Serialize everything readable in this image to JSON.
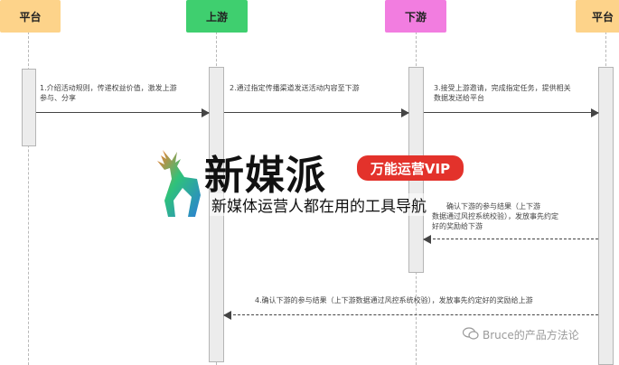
{
  "participants": [
    {
      "label": "平台",
      "color": "#fdd38a"
    },
    {
      "label": "上游",
      "color": "#3fcf6f"
    },
    {
      "label": "下游",
      "color": "#f27de0"
    },
    {
      "label": "平台",
      "color": "#fdd38a"
    }
  ],
  "messages": [
    {
      "text_line1": "1.介绍活动规则，传递权益价值，激发上游",
      "text_line2": "参与、分享"
    },
    {
      "text": "2.通过指定传播渠道发送活动内容至下游"
    },
    {
      "text_line1": "3.接受上游邀请，完成指定任务，提供相关",
      "text_line2": "数据发送给平台"
    },
    {
      "text_line1": "确认下游的参与结果（上下游",
      "text_line2": "数据通过风控系统校验），发放事先约定",
      "text_line3": "好的奖励给下游"
    },
    {
      "text": "4.确认下游的参与结果（上下游数据通过风控系统校验），发放事先约定好的奖励给上游"
    }
  ],
  "watermark": {
    "brand": "新媒派",
    "badge": "万能运营VIP",
    "tagline": "新媒体运营人都在用的工具导航"
  },
  "credit": "Bruce的产品方法论"
}
